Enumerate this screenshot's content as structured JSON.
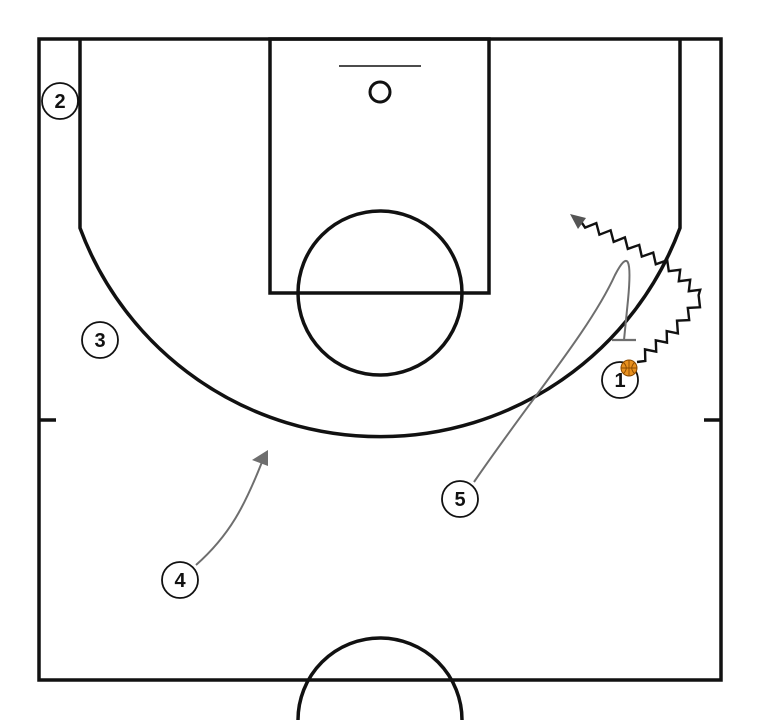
{
  "players": [
    {
      "id": "p1",
      "label": "1"
    },
    {
      "id": "p2",
      "label": "2"
    },
    {
      "id": "p3",
      "label": "3"
    },
    {
      "id": "p4",
      "label": "4"
    },
    {
      "id": "p5",
      "label": "5"
    }
  ],
  "colors": {
    "court_lines": "#111111",
    "movement": "#6e6e6e",
    "dribble": "#111111",
    "ball": "#e8901e"
  }
}
